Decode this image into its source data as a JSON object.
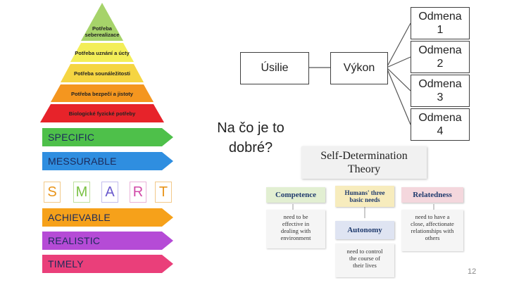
{
  "pyramid": {
    "levels": [
      {
        "label": "Potřeba seberealizace",
        "color": "#a6d36a"
      },
      {
        "label": "Potřeba uznání a úcty",
        "color": "#f3ee58"
      },
      {
        "label": "Potřeba sounáležitosti",
        "color": "#f5d542"
      },
      {
        "label": "Potřeba bezpečí a jistoty",
        "color": "#f4961f"
      },
      {
        "label": "Biologické fyzické potřeby",
        "color": "#e7232a"
      }
    ]
  },
  "smart": {
    "top_items": [
      {
        "label": "SPECIFIC",
        "color": "#4ec04a"
      },
      {
        "label": "MESSURABLE",
        "color": "#2f8ee0"
      }
    ],
    "letters": [
      {
        "char": "S",
        "color": "#e8941a"
      },
      {
        "char": "M",
        "color": "#7ac143"
      },
      {
        "char": "A",
        "color": "#6a5acd"
      },
      {
        "char": "R",
        "color": "#d14aa8"
      },
      {
        "char": "T",
        "color": "#e8941a"
      }
    ],
    "bottom_items": [
      {
        "label": "ACHIEVABLE",
        "color": "#f6a11a"
      },
      {
        "label": "REALISTIC",
        "color": "#b54bd6"
      },
      {
        "label": "TIMELY",
        "color": "#ea3f7a"
      }
    ]
  },
  "flow": {
    "usilie": "Úsilie",
    "vykon": "Výkon",
    "question_line1": "Na čo je to",
    "question_line2": "dobré?"
  },
  "odmeny": [
    {
      "line1": "Odmena",
      "line2": "1"
    },
    {
      "line1": "Odmena",
      "line2": "2"
    },
    {
      "line1": "Odmena",
      "line2": "3"
    },
    {
      "line1": "Odmena",
      "line2": "4"
    }
  ],
  "sdt": {
    "title_line1": "Self-Determination",
    "title_line2": "Theory",
    "competence": "Competence",
    "center_line1": "Humans' three",
    "center_line2": "basic needs",
    "relatedness": "Relatedness",
    "autonomy": "Autonomy",
    "competence_desc": [
      "need to be",
      "effective in",
      "dealing with",
      "environment"
    ],
    "relatedness_desc": [
      "need to have a",
      "close, affectionate",
      "relationships with",
      "others"
    ],
    "autonomy_desc": [
      "need to control",
      "the course of",
      "their lives"
    ]
  },
  "page_number": "12"
}
